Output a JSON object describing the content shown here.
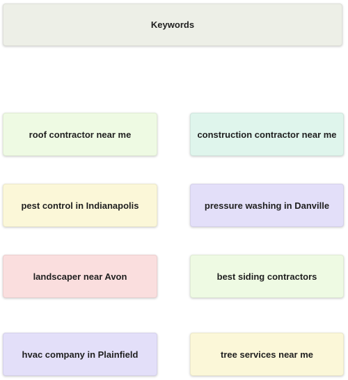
{
  "header": {
    "title": "Keywords",
    "color": "#edefe7"
  },
  "keywords": [
    {
      "label": "roof contractor near me",
      "color": "#eefae3"
    },
    {
      "label": "construction contractor near me",
      "color": "#dff5ec"
    },
    {
      "label": "pest control in Indianapolis",
      "color": "#fbf7d8"
    },
    {
      "label": "pressure washing in Danville",
      "color": "#e3dff9"
    },
    {
      "label": "landscaper near Avon",
      "color": "#fadede"
    },
    {
      "label": "best siding contractors",
      "color": "#eefae3"
    },
    {
      "label": "hvac company in Plainfield",
      "color": "#e3dff9"
    },
    {
      "label": "tree services near me",
      "color": "#fbf7d8"
    }
  ]
}
